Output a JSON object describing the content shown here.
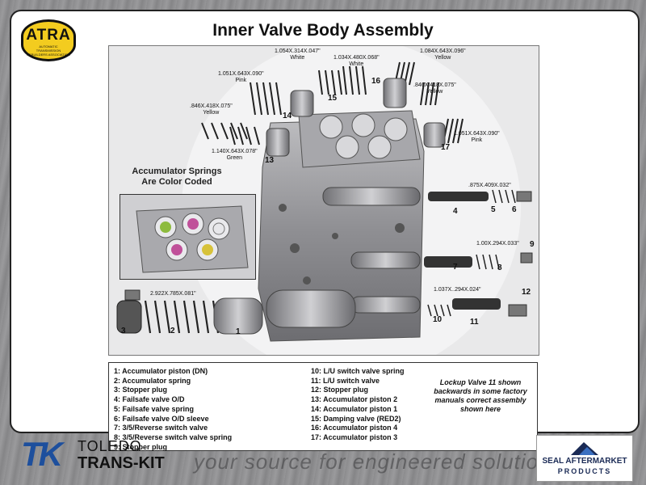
{
  "title": "Inner Valve Body Assembly",
  "atra_logo": {
    "word": "ATRA",
    "subtitle": "AUTOMATIC TRANSMISSION REBUILDERS ASSOCIATION"
  },
  "inset_title": "Accumulator Springs\nAre Color Coded",
  "spring_labels": [
    {
      "spec": "1.054X.314X.047\"",
      "color": "White"
    },
    {
      "spec": "1.034X.480X.068\"",
      "color": "White"
    },
    {
      "spec": "1.084X.643X.096\"",
      "color": "Yellow"
    },
    {
      "spec": "1.051X.643X.090\"",
      "color": "Pink"
    },
    {
      "spec": ".846X.418X.075\"",
      "color": "Yellow"
    },
    {
      "spec": ".846X.418X.075\"",
      "color": "Yellow"
    },
    {
      "spec": "1.051X.643X.090\"",
      "color": "Pink"
    },
    {
      "spec": "1.140X.643X.078\"",
      "color": "Green"
    },
    {
      "spec": ".875X.409X.032\"",
      "color": ""
    },
    {
      "spec": "1.00X.294X.033\"",
      "color": ""
    },
    {
      "spec": "2.922X.785X.081\"",
      "color": ""
    },
    {
      "spec": "1.037X..294X.024\"",
      "color": ""
    }
  ],
  "part_numbers": [
    "1",
    "2",
    "3",
    "4",
    "5",
    "6",
    "7",
    "8",
    "9",
    "10",
    "11",
    "12",
    "13",
    "14",
    "15",
    "16",
    "17"
  ],
  "legend_left": [
    "1: Accumulator piston (DN)",
    "2: Accumulator spring",
    "3: Stopper plug",
    "4: Failsafe valve O/D",
    "5: Failsafe valve spring",
    "6: Failsafe valve O/D sleeve",
    "7: 3/5/Reverse switch valve",
    "8: 3/5/Reverse switch valve spring",
    "9: Stopper plug"
  ],
  "legend_right": [
    "10: L/U switch valve spring",
    "11: L/U switch valve",
    "12: Stopper plug",
    "13: Accumulator piston 2",
    "14: Accumulator piston 1",
    "15: Damping valve (RED2)",
    "16: Accumulator piston 4",
    "17: Accumulator piston 3"
  ],
  "note": "Lockup Valve 11 shown backwards in some factory manuals correct assembly shown here",
  "footer": {
    "brand_mark": "TK",
    "brand_line1": "TOLEDO",
    "brand_line2": "TRANS-KIT",
    "tagline": "your source for engineered solutions",
    "seal_line1": "SEAL AFTERMARKET",
    "seal_line2": "PRODUCTS"
  },
  "colors": {
    "atra_yellow": "#f3cc1f",
    "ttk_blue": "#1d4f9d",
    "seal_navy": "#1a2a55"
  }
}
